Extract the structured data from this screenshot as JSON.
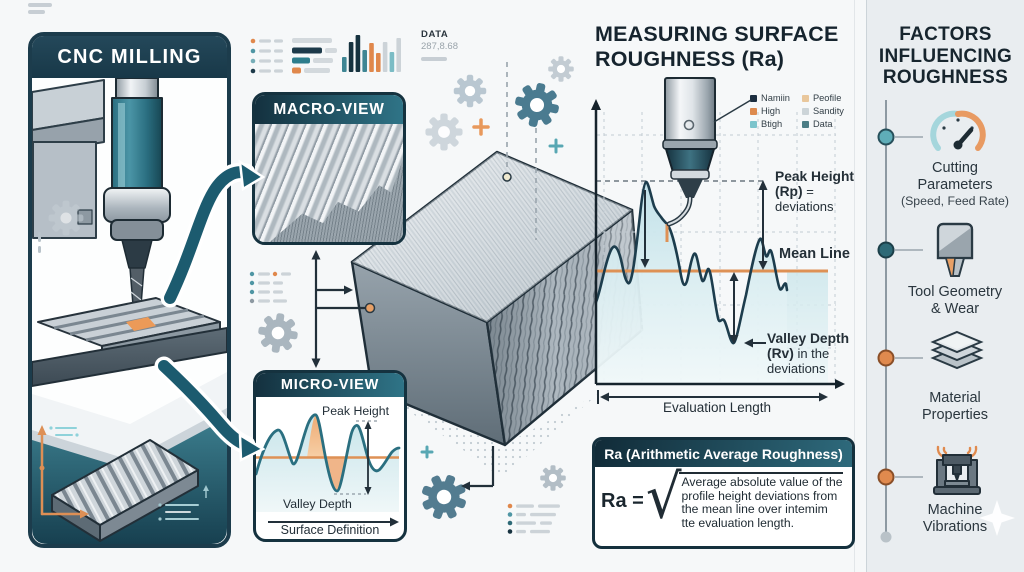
{
  "palette": {
    "dark_navy": "#16323f",
    "teal": "#2e7d8c",
    "orange": "#e08a4e",
    "panel_bg": "#e9edf0",
    "mean_line": "#de9155"
  },
  "left_panel": {
    "title": "CNC MILLING"
  },
  "top_icons": {
    "data_label": "DATA",
    "data_value": "287,8.68"
  },
  "macro_panel": {
    "title": "MACRO-VIEW"
  },
  "micro_panel": {
    "title": "MICRO-VIEW",
    "peak_label": "Peak Height",
    "valley_label": "Valley Depth",
    "axis_label": "Surface Definition"
  },
  "measure": {
    "title_line1": "MEASURING SURFACE",
    "title_line2": "ROUGHNESS (Ra)",
    "legend": [
      {
        "label": "Namiin",
        "color": "#1c2e40"
      },
      {
        "label": "High",
        "color": "#dd8a4e"
      },
      {
        "label": "Btigh",
        "color": "#7cc4cc"
      },
      {
        "label": "Peofile",
        "color": "#e9c79c"
      },
      {
        "label": "Sandity",
        "color": "#ccd4d8"
      },
      {
        "label": "Data",
        "color": "#4b7d85"
      }
    ],
    "peak": {
      "bold": "Peak Height",
      "mid_bold": "(Rp)",
      "mid_rest": " =",
      "rest": "deviations"
    },
    "mean_label": "Mean Line",
    "valley": {
      "bold": "Valley Depth",
      "mid_bold": "(Rv)",
      "mid_rest": " in the",
      "rest": "deviations"
    },
    "eval_label": "Evaluation Length"
  },
  "ra_box": {
    "header": "Ra (Arithmetic Average Roughness)",
    "lhs": "Ra =",
    "radical": "√",
    "lines": [
      "Average absolute value of the",
      "profile height deviations from",
      "the mean line over intemim",
      "tte evaluation length."
    ]
  },
  "factors": {
    "title": [
      "FACTORS",
      "INFLUENCING",
      "ROUGHNESS"
    ],
    "items": [
      {
        "line1": "Cutting",
        "line2": "Parameters",
        "sub": "(Speed, Feed Rate)"
      },
      {
        "line1": "Tool Geometry",
        "line2": "& Wear",
        "sub": ""
      },
      {
        "line1": "Material",
        "line2": "Properties",
        "sub": ""
      },
      {
        "line1": "Machine",
        "line2": "Vibrations",
        "sub": ""
      }
    ]
  }
}
